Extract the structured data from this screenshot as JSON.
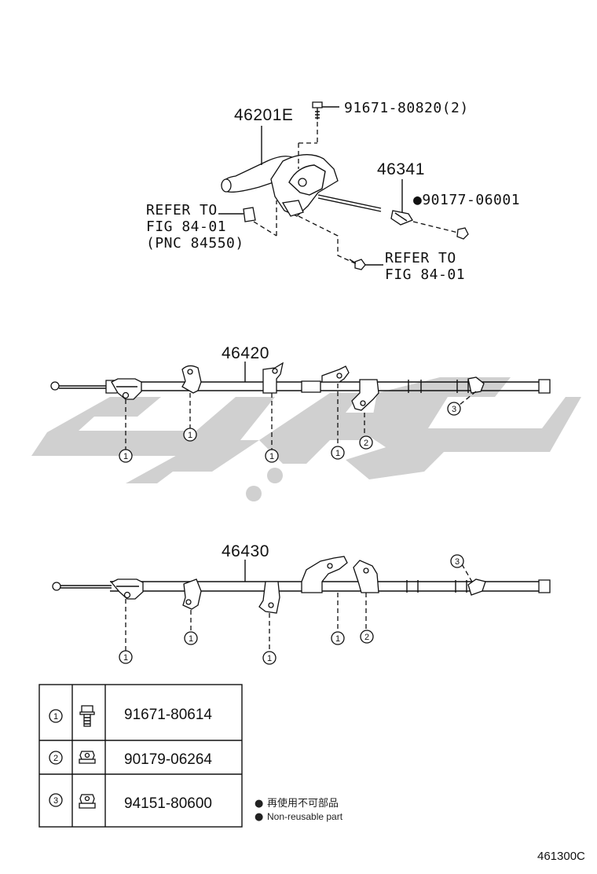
{
  "watermark": {
    "color": "#d0d0d0"
  },
  "top_assembly": {
    "part_main": "46201E",
    "bolt_callout": "91671-80820(2)",
    "part_cable_end": "46341",
    "nut_callout": "●90177-06001",
    "ref1_line1": "REFER TO",
    "ref1_line2": "FIG 84-01",
    "ref1_line3": "(PNC 84550)",
    "ref2_line1": "REFER TO",
    "ref2_line2": "FIG 84-01"
  },
  "cable1": {
    "part": "46420",
    "markers": [
      "1",
      "1",
      "1",
      "1",
      "2",
      "3"
    ]
  },
  "cable2": {
    "part": "46430",
    "markers": [
      "1",
      "1",
      "1",
      "1",
      "2",
      "3"
    ]
  },
  "legend_table": {
    "rows": [
      {
        "marker": "1",
        "icon": "bolt-icon",
        "part": "91671-80614"
      },
      {
        "marker": "2",
        "icon": "flange-nut-icon",
        "part": "90179-06264"
      },
      {
        "marker": "3",
        "icon": "hex-nut-icon",
        "part": "94151-80600"
      }
    ]
  },
  "note": {
    "chinese": "再使用不可部品",
    "english": "Non-reusable part",
    "bullet": "●"
  },
  "figure_code": "461300C"
}
